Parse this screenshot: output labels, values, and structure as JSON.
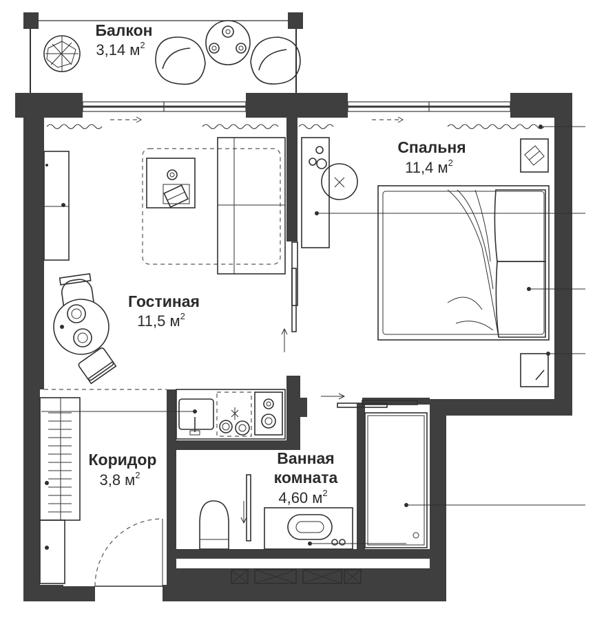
{
  "rooms": {
    "balcony": {
      "name": "Балкон",
      "area": "3,14 м",
      "unit_sup": "2"
    },
    "bedroom": {
      "name": "Спальня",
      "area": "11,4 м",
      "unit_sup": "2"
    },
    "living": {
      "name": "Гостиная",
      "area": "11,5 м",
      "unit_sup": "2"
    },
    "corridor": {
      "name": "Коридор",
      "area": "3,8 м",
      "unit_sup": "2"
    },
    "bathroom": {
      "name_line1": "Ванная",
      "name_line2": "комната",
      "area": "4,60 м",
      "unit_sup": "2"
    }
  },
  "colors": {
    "wall": "#3f3f3f",
    "line": "#2f2f2f",
    "background": "#ffffff"
  }
}
